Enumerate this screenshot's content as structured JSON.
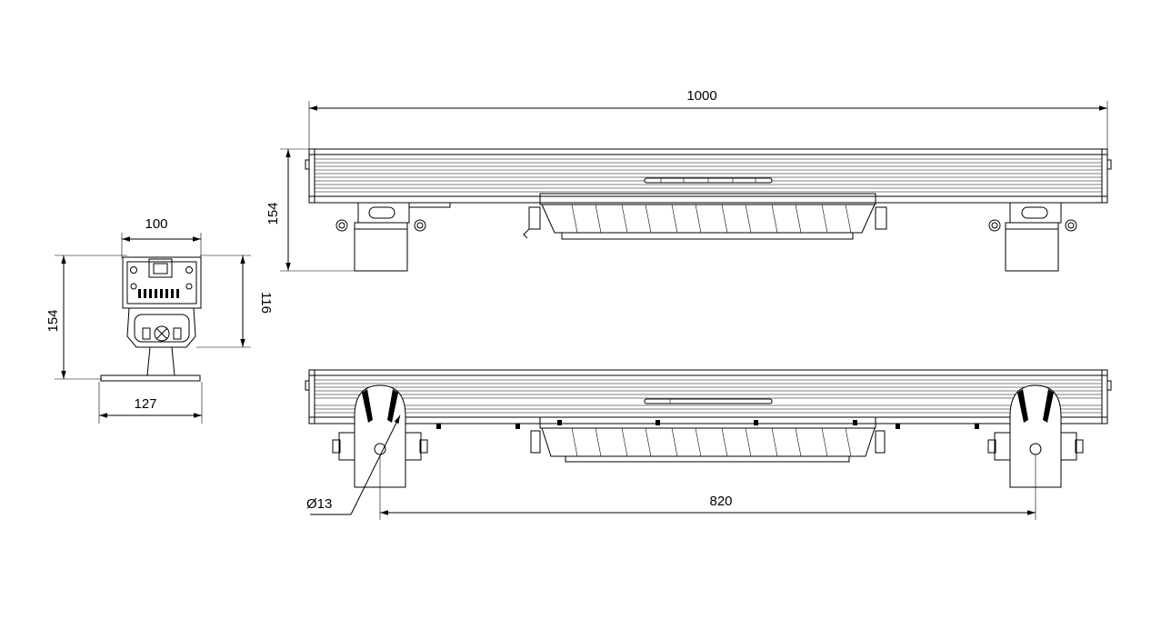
{
  "palette": {
    "line": "#000000",
    "background": "#ffffff"
  },
  "dimensions": {
    "side_width": "100",
    "side_height_total": "154",
    "side_height_body": "116",
    "side_base_width": "127",
    "top_length": "1000",
    "top_height": "154",
    "hole_diameter": "Ø13",
    "bracket_spacing": "820"
  }
}
